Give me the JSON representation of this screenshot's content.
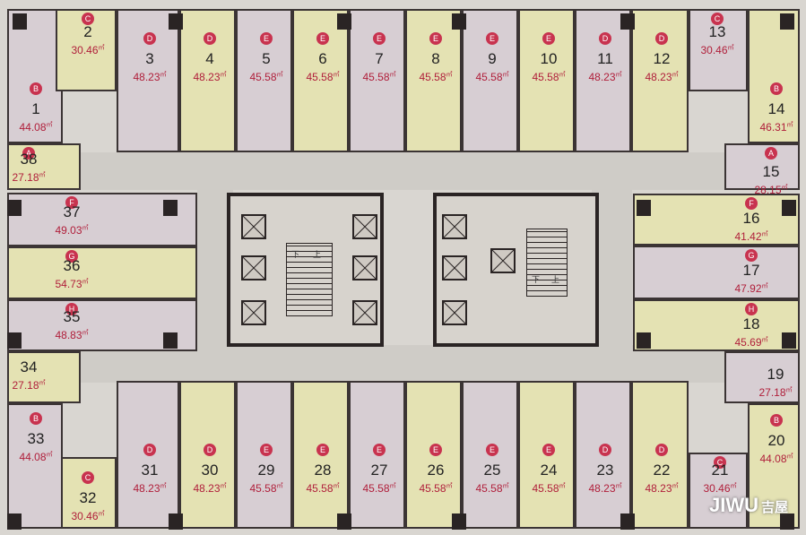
{
  "units": [
    {
      "no": "1",
      "area": "44.08",
      "type": "B",
      "color": "pink"
    },
    {
      "no": "2",
      "area": "30.46",
      "type": "C",
      "color": "yellow"
    },
    {
      "no": "3",
      "area": "48.23",
      "type": "D",
      "color": "pink"
    },
    {
      "no": "4",
      "area": "48.23",
      "type": "D",
      "color": "yellow"
    },
    {
      "no": "5",
      "area": "45.58",
      "type": "E",
      "color": "pink"
    },
    {
      "no": "6",
      "area": "45.58",
      "type": "E",
      "color": "yellow"
    },
    {
      "no": "7",
      "area": "45.58",
      "type": "E",
      "color": "pink"
    },
    {
      "no": "8",
      "area": "45.58",
      "type": "E",
      "color": "yellow"
    },
    {
      "no": "9",
      "area": "45.58",
      "type": "E",
      "color": "pink"
    },
    {
      "no": "10",
      "area": "45.58",
      "type": "E",
      "color": "yellow"
    },
    {
      "no": "11",
      "area": "48.23",
      "type": "D",
      "color": "pink"
    },
    {
      "no": "12",
      "area": "48.23",
      "type": "D",
      "color": "yellow"
    },
    {
      "no": "13",
      "area": "30.46",
      "type": "C",
      "color": "pink"
    },
    {
      "no": "14",
      "area": "46.31",
      "type": "B",
      "color": "yellow"
    },
    {
      "no": "15",
      "area": "28.15",
      "type": "A",
      "color": "pink"
    },
    {
      "no": "16",
      "area": "41.42",
      "type": "F",
      "color": "yellow"
    },
    {
      "no": "17",
      "area": "47.92",
      "type": "G",
      "color": "pink"
    },
    {
      "no": "18",
      "area": "45.69",
      "type": "H",
      "color": "yellow"
    },
    {
      "no": "19",
      "area": "27.18",
      "type": "",
      "color": "pink"
    },
    {
      "no": "20",
      "area": "44.08",
      "type": "B",
      "color": "yellow"
    },
    {
      "no": "21",
      "area": "30.46",
      "type": "C",
      "color": "pink"
    },
    {
      "no": "22",
      "area": "48.23",
      "type": "D",
      "color": "yellow"
    },
    {
      "no": "23",
      "area": "48.23",
      "type": "D",
      "color": "pink"
    },
    {
      "no": "24",
      "area": "45.58",
      "type": "E",
      "color": "yellow"
    },
    {
      "no": "25",
      "area": "45.58",
      "type": "E",
      "color": "pink"
    },
    {
      "no": "26",
      "area": "45.58",
      "type": "E",
      "color": "yellow"
    },
    {
      "no": "27",
      "area": "45.58",
      "type": "E",
      "color": "pink"
    },
    {
      "no": "28",
      "area": "45.58",
      "type": "E",
      "color": "yellow"
    },
    {
      "no": "29",
      "area": "45.58",
      "type": "E",
      "color": "pink"
    },
    {
      "no": "30",
      "area": "48.23",
      "type": "D",
      "color": "yellow"
    },
    {
      "no": "31",
      "area": "48.23",
      "type": "D",
      "color": "pink"
    },
    {
      "no": "32",
      "area": "30.46",
      "type": "C",
      "color": "yellow"
    },
    {
      "no": "33",
      "area": "44.08",
      "type": "B",
      "color": "pink"
    },
    {
      "no": "34",
      "area": "27.18",
      "type": "",
      "color": "yellow"
    },
    {
      "no": "35",
      "area": "48.83",
      "type": "H",
      "color": "pink"
    },
    {
      "no": "36",
      "area": "54.73",
      "type": "G",
      "color": "yellow"
    },
    {
      "no": "37",
      "area": "49.03",
      "type": "F",
      "color": "pink"
    },
    {
      "no": "38",
      "area": "27.18",
      "type": "A",
      "color": "yellow"
    }
  ],
  "unit_suffix": "㎡",
  "core": {
    "down": "下",
    "up": "上"
  },
  "watermark": {
    "brand": "JIWU",
    "cn": "吉屋"
  },
  "colors": {
    "yellow": "#e4e2b3",
    "pink": "#d7ced3",
    "label": "#b01e3a",
    "badge": "#c8334f",
    "wall": "#2a2424"
  }
}
